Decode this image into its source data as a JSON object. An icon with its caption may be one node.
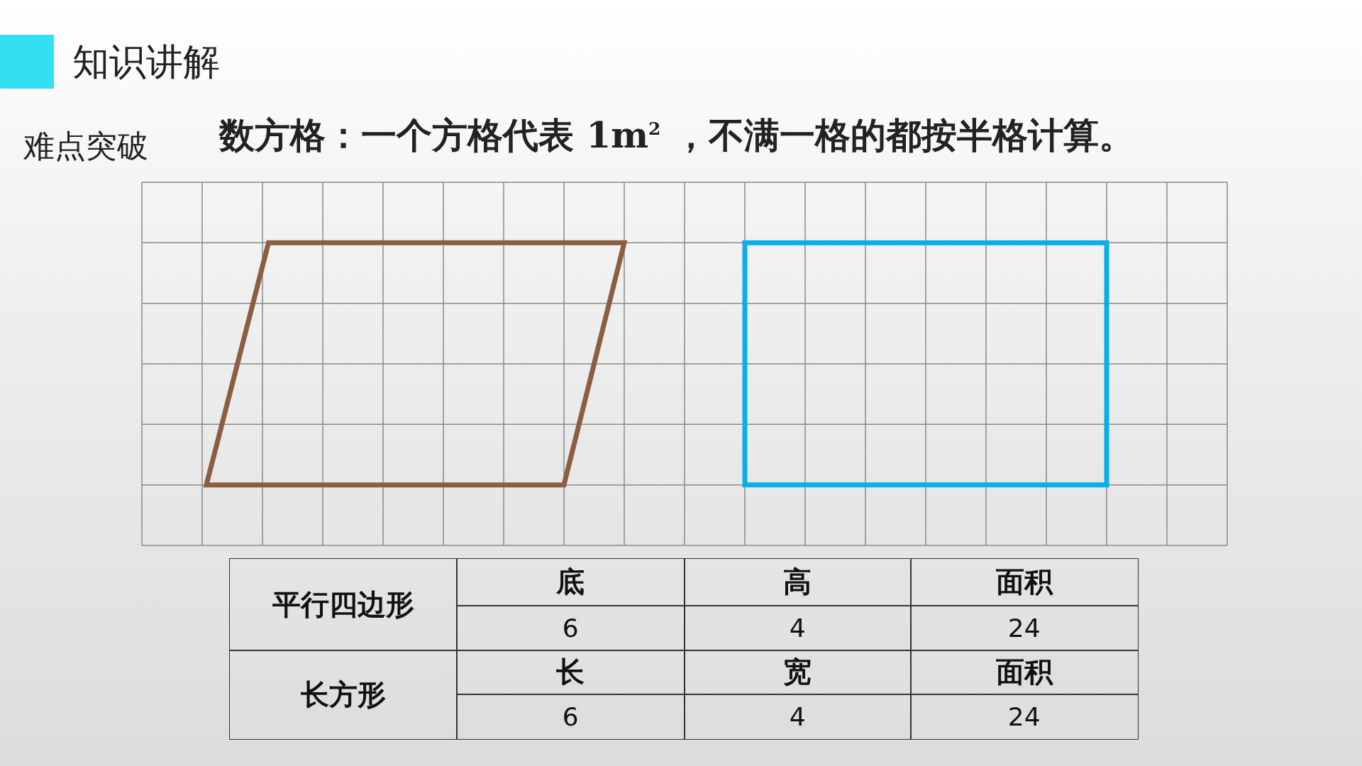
{
  "diagram": {
    "title": "知识讲解",
    "nodes": [
      {
        "text": [],
        "shape": "box"
      }
    ],
    "labels": [
      "难点突破",
      "数方格：一个方格代表 1m$^{2}$ ，不满一格的都按半格计算。",
      "平行四边形",
      "底",
      "高",
      "面积",
      "6",
      "4",
      "24",
      "长方形",
      "长",
      "宽",
      "面积",
      "6",
      "4",
      "24"
    ]
  }
}
